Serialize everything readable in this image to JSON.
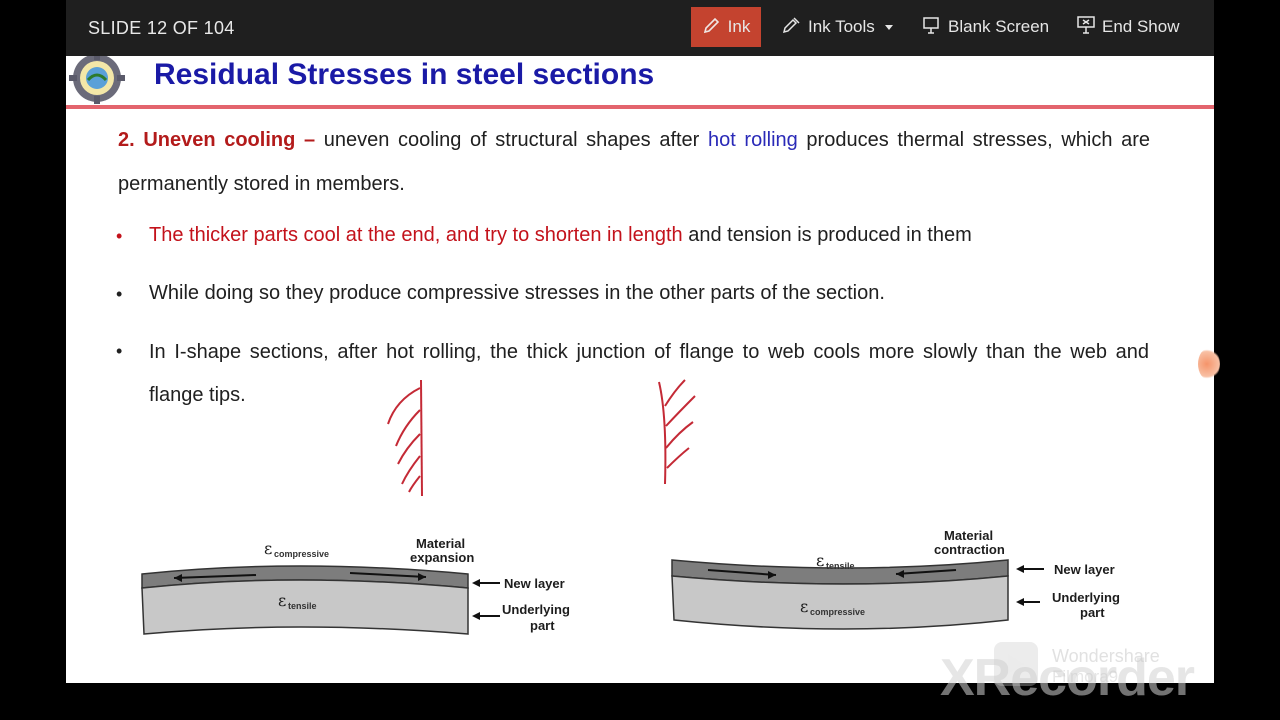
{
  "toolbar": {
    "slide_counter": "SLIDE 12 OF 104",
    "ink_label": "Ink",
    "ink_tools_label": "Ink Tools",
    "blank_screen_label": "Blank Screen",
    "end_show_label": "End Show",
    "accent_color": "#c4432f"
  },
  "slide": {
    "title": "Residual Stresses in steel sections",
    "title_color": "#1a1aa6",
    "paragraph": {
      "number": "2. ",
      "term": "Uneven cooling –",
      "text_before": " uneven cooling of structural shapes after ",
      "highlight": "hot rolling",
      "text_after": " produces thermal stresses, which are permanently stored in members."
    },
    "bullets": [
      {
        "marker": "•",
        "red_text": "The thicker parts cool at the end, and try to shorten in length",
        "text": " and tension is produced in them"
      },
      {
        "marker": "•",
        "text": "While doing so they produce compressive stresses in the other parts of the section."
      },
      {
        "marker": "•",
        "text": "In I-shape sections, after hot rolling, the thick junction of flange to web cools more slowly than the web and flange tips."
      }
    ],
    "diagram_left": {
      "top_strain": "ε",
      "top_strain_sub": "compressive",
      "bottom_strain": "ε",
      "bottom_strain_sub": "tensile",
      "label_top_1": "Material",
      "label_top_2": "expansion",
      "label_new": "New layer",
      "label_under_1": "Underlying",
      "label_under_2": "part"
    },
    "diagram_right": {
      "top_strain": "ε",
      "top_strain_sub": "tensile",
      "bottom_strain": "ε",
      "bottom_strain_sub": "compressive",
      "label_top_1": "Material",
      "label_top_2": "contraction",
      "label_new": "New layer",
      "label_under_1": "Underlying",
      "label_under_2": "part"
    }
  },
  "watermark": {
    "line1": "Wondershare",
    "line2": "Filmora9",
    "recorder": "XRecorder"
  }
}
